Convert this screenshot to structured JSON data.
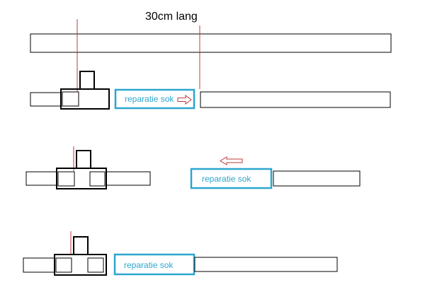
{
  "title": "30cm lang",
  "sleeve_label": "reparatie sok",
  "colors": {
    "outline": "#000000",
    "sleeve": "#2ba6cf",
    "sleeve_text": "#2ba6cf",
    "marker": "#c0393b",
    "arrow": "#c0393b",
    "background": "#ffffff"
  },
  "steps": [
    {
      "name": "step-1",
      "arrow_direction": "right"
    },
    {
      "name": "step-2",
      "arrow_direction": "left"
    },
    {
      "name": "step-3",
      "arrow_direction": "none"
    }
  ]
}
